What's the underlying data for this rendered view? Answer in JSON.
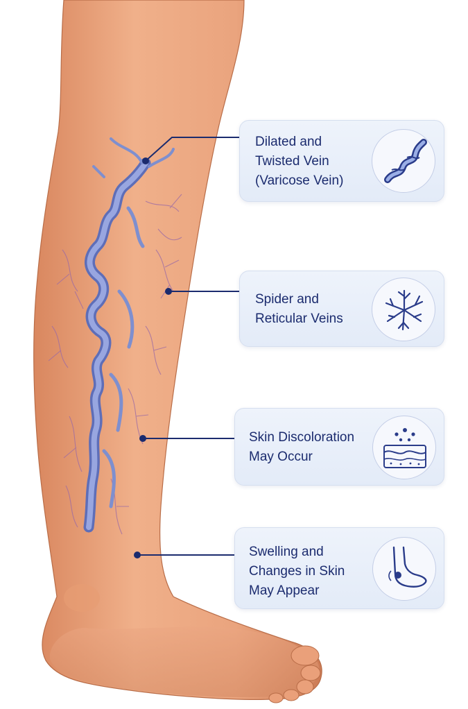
{
  "labels": [
    {
      "lines": [
        "Dilated and",
        "Twisted Vein",
        "(Varicose Vein)"
      ],
      "icon": "twisted-vein-icon"
    },
    {
      "lines": [
        "Spider and",
        "Reticular Veins"
      ],
      "icon": "spider-vein-icon"
    },
    {
      "lines": [
        "Skin Discoloration",
        "May Occur"
      ],
      "icon": "skin-layers-icon"
    },
    {
      "lines": [
        "Swelling and",
        "Changes in Skin",
        "May Appear"
      ],
      "icon": "swollen-foot-icon"
    }
  ],
  "colors": {
    "label_text": "#1b2b6e",
    "leader_line": "#1b2b6e",
    "skin": "#e9a57f",
    "vein": "#7e8fcf"
  }
}
